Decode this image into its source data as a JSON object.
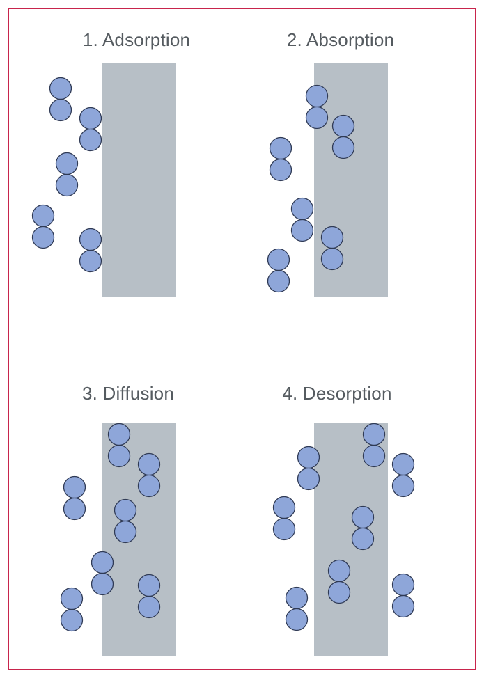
{
  "colors": {
    "border": "#c8244c",
    "membrane": "#b7bfc6",
    "molecule_fill": "#8ea6d9",
    "molecule_stroke": "#2f3a55",
    "title": "#555b60"
  },
  "panels": [
    {
      "id": "adsorption",
      "title": "1. Adsorption"
    },
    {
      "id": "absorption",
      "title": "2. Absorption"
    },
    {
      "id": "diffusion",
      "title": "3. Diffusion"
    },
    {
      "id": "desorption",
      "title": "4. Desorption"
    }
  ]
}
